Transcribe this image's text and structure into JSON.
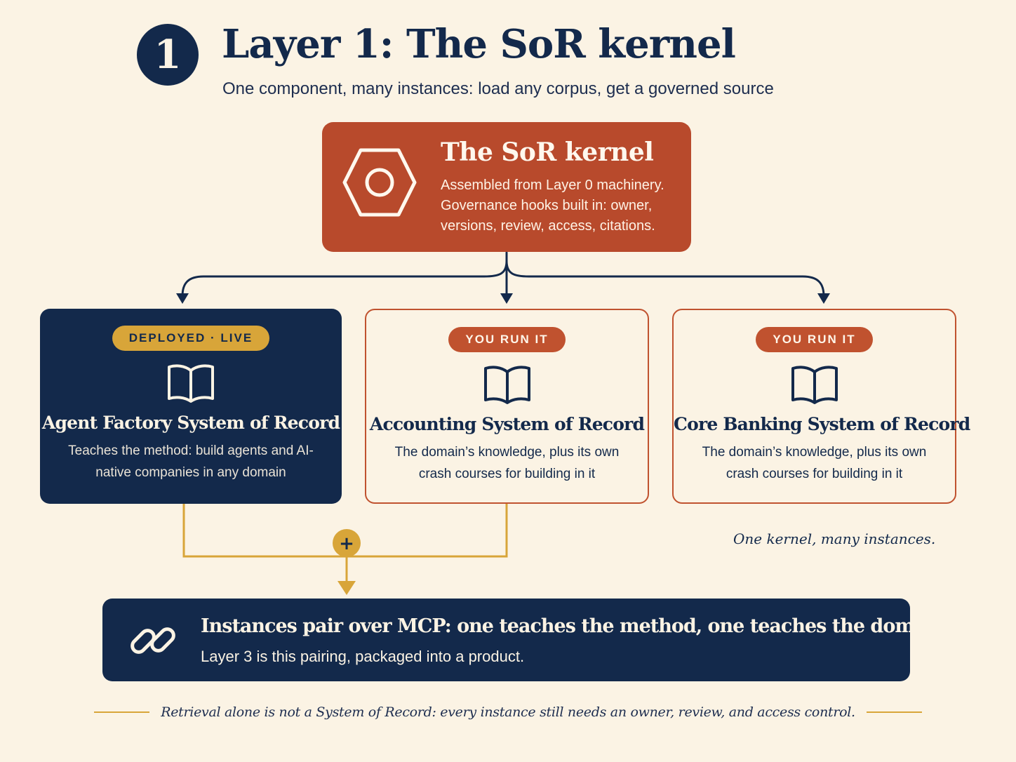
{
  "header": {
    "step_number": "1",
    "title": "Layer 1: The SoR kernel",
    "subtitle": "One component, many instances: load any corpus, get a governed source"
  },
  "kernel": {
    "icon": "hexagon-nut-icon",
    "title": "The SoR kernel",
    "description": "Assembled from Layer 0 machinery. Governance hooks built in: owner, versions, review, access, citations."
  },
  "instances": [
    {
      "badge": "DEPLOYED · LIVE",
      "icon": "book-icon",
      "title": "Agent Factory System of Record",
      "description": "Teaches the method: build agents and AI-native companies in any domain"
    },
    {
      "badge": "YOU RUN IT",
      "icon": "book-icon",
      "title": "Accounting System of Record",
      "description": "The domain’s knowledge, plus its own crash courses for building in it"
    },
    {
      "badge": "YOU RUN IT",
      "icon": "book-icon",
      "title": "Core Banking System of Record",
      "description": "The domain’s knowledge, plus its own crash courses for building in it"
    }
  ],
  "side_note": "One kernel, many instances.",
  "join_symbol": "+",
  "pairing": {
    "icon": "link-icon",
    "title": "Instances pair over MCP: one teaches the method, one teaches the domain.",
    "subtitle": "Layer 3 is this pairing, packaged into a product."
  },
  "footer_note": "Retrieval alone is not a System of Record: every instance still needs an owner, review, and access control.",
  "colors": {
    "background": "#fbf3e4",
    "navy": "#13294b",
    "rust": "#b84a2c",
    "gold": "#d8a539"
  }
}
